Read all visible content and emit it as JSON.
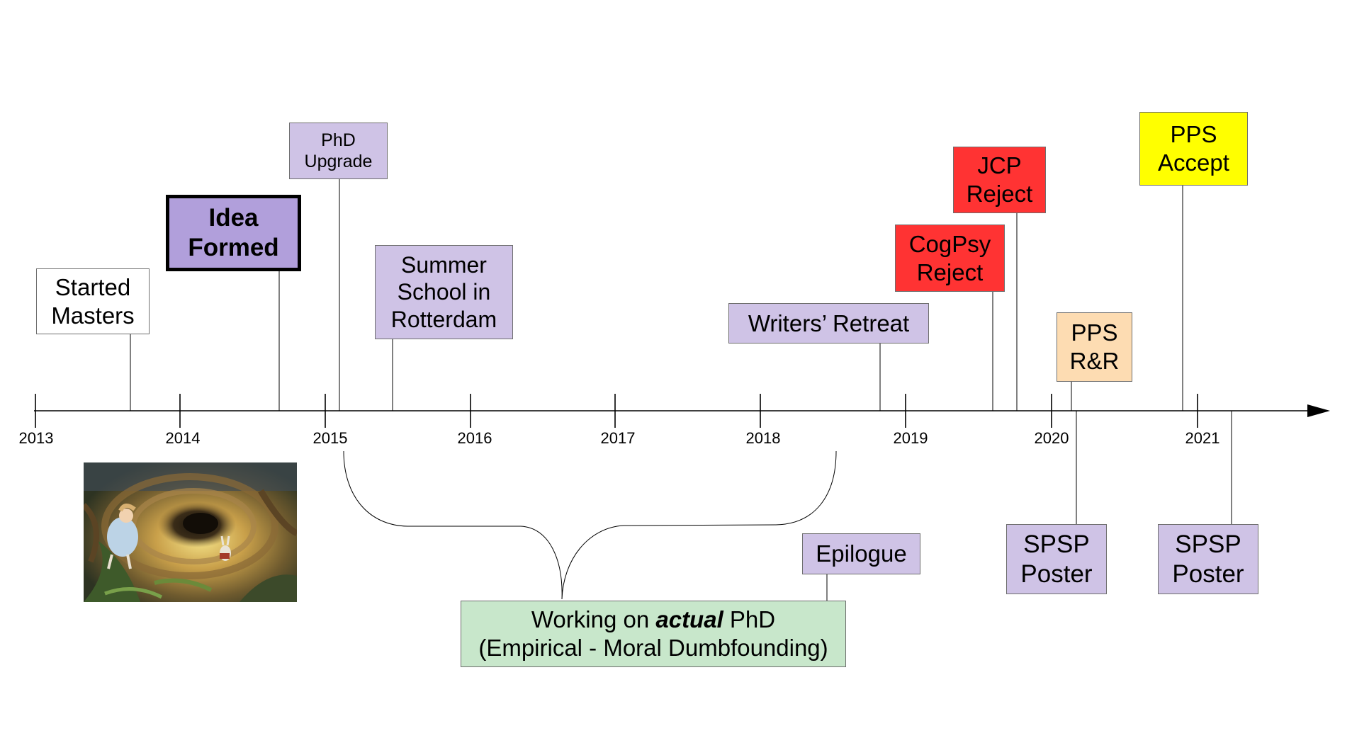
{
  "timeline": {
    "years": [
      "2013",
      "2014",
      "2015",
      "2016",
      "2017",
      "2018",
      "2019",
      "2020",
      "2021"
    ]
  },
  "events": {
    "started_masters": [
      "Started",
      "Masters"
    ],
    "idea_formed": [
      "Idea",
      "Formed"
    ],
    "phd_upgrade": [
      "PhD",
      "Upgrade"
    ],
    "summer_school": [
      "Summer",
      "School in",
      "Rotterdam"
    ],
    "writers_retreat": [
      "Writers’ Retreat"
    ],
    "cogpsy_reject": [
      "CogPsy",
      "Reject"
    ],
    "jcp_reject": [
      "JCP",
      "Reject"
    ],
    "pps_rr": [
      "PPS",
      "R&R"
    ],
    "pps_accept": [
      "PPS",
      "Accept"
    ],
    "spsp_poster_1": [
      "SPSP",
      "Poster"
    ],
    "spsp_poster_2": [
      "SPSP",
      "Poster"
    ],
    "epilogue": [
      "Epilogue"
    ]
  },
  "phd_period": {
    "line1_pre": "Working on ",
    "line1_emph": "actual",
    "line1_post": " PhD",
    "line2": "(Empirical - Moral Dumbfounding)"
  },
  "colors": {
    "purple": "#cfc3e6",
    "idea": "#b19fdb",
    "red": "#ff3333",
    "yellow": "#ffff00",
    "peach": "#fddcb2",
    "green": "#c8e7cb"
  },
  "image": {
    "icon": "alice-rabbit-hole-illustration"
  }
}
